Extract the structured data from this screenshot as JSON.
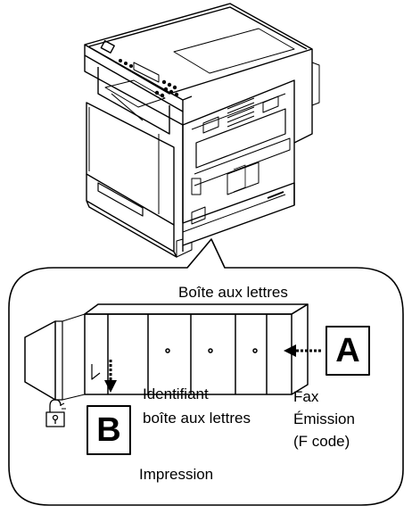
{
  "callout": {
    "title": "Boîte aux lettres",
    "box_a_letter": "A",
    "box_b_letter": "B",
    "id_line1": "Identifiant",
    "id_line2": "boîte aux lettres",
    "fax_line1": "Fax",
    "fax_line2": "Émission",
    "fax_line3": "(F code)",
    "print_label": "Impression"
  },
  "icons": [
    "printer-fax-machine-icon",
    "mailbox-unit-icon",
    "padlock-icon",
    "arrow-left-icon",
    "arrow-down-icon"
  ]
}
